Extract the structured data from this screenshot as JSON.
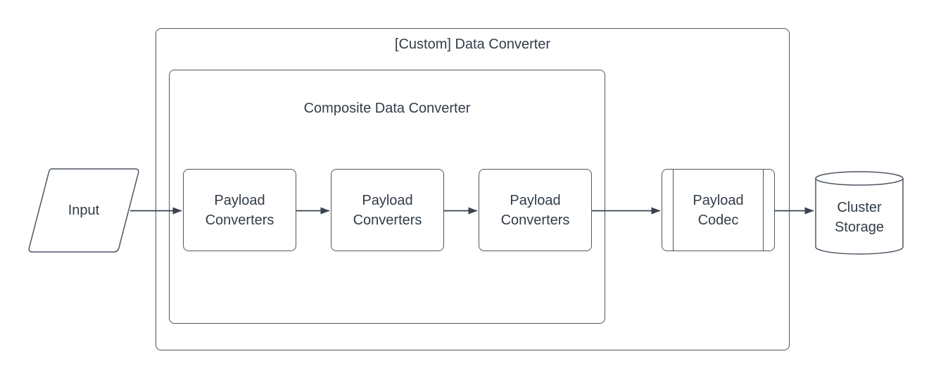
{
  "diagram": {
    "outer_container": {
      "title": "[Custom] Data Converter"
    },
    "inner_container": {
      "title": "Composite Data Converter"
    },
    "input_node": {
      "label": "Input",
      "shape": "parallelogram"
    },
    "payload_converters": [
      {
        "label": "Payload\nConverters"
      },
      {
        "label": "Payload\nConverters"
      },
      {
        "label": "Payload\nConverters"
      }
    ],
    "payload_codec": {
      "label": "Payload\nCodec",
      "shape": "predefined-process"
    },
    "cluster_storage": {
      "label": "Cluster\nStorage",
      "shape": "cylinder"
    },
    "colors": {
      "background": "#ffffff",
      "border_stroke": "#4d5662",
      "connector_stroke": "#39424e",
      "text": "#323c48"
    }
  }
}
